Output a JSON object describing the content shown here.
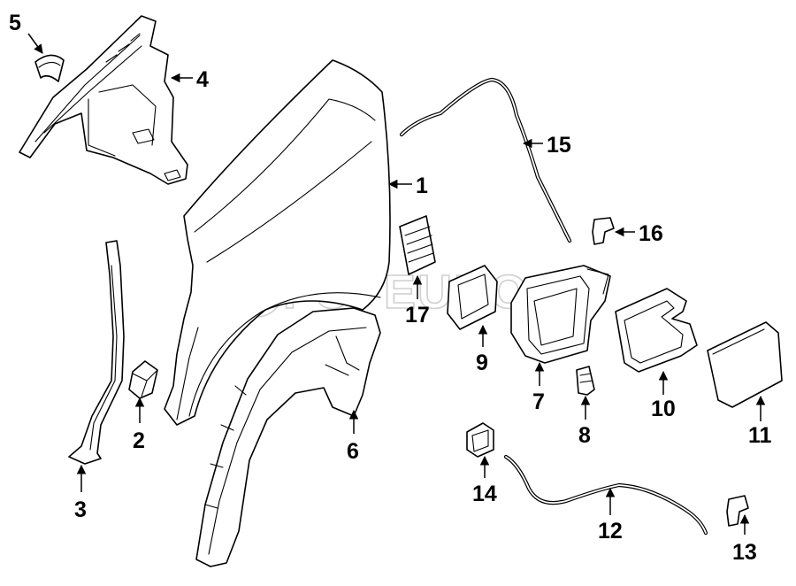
{
  "watermark": "FCPEURO",
  "callouts": [
    {
      "id": "1",
      "label": "1"
    },
    {
      "id": "2",
      "label": "2"
    },
    {
      "id": "3",
      "label": "3"
    },
    {
      "id": "4",
      "label": "4"
    },
    {
      "id": "5",
      "label": "5"
    },
    {
      "id": "6",
      "label": "6"
    },
    {
      "id": "7",
      "label": "7"
    },
    {
      "id": "8",
      "label": "8"
    },
    {
      "id": "9",
      "label": "9"
    },
    {
      "id": "10",
      "label": "10"
    },
    {
      "id": "11",
      "label": "11"
    },
    {
      "id": "12",
      "label": "12"
    },
    {
      "id": "13",
      "label": "13"
    },
    {
      "id": "14",
      "label": "14"
    },
    {
      "id": "15",
      "label": "15"
    },
    {
      "id": "16",
      "label": "16"
    },
    {
      "id": "17",
      "label": "17"
    }
  ]
}
